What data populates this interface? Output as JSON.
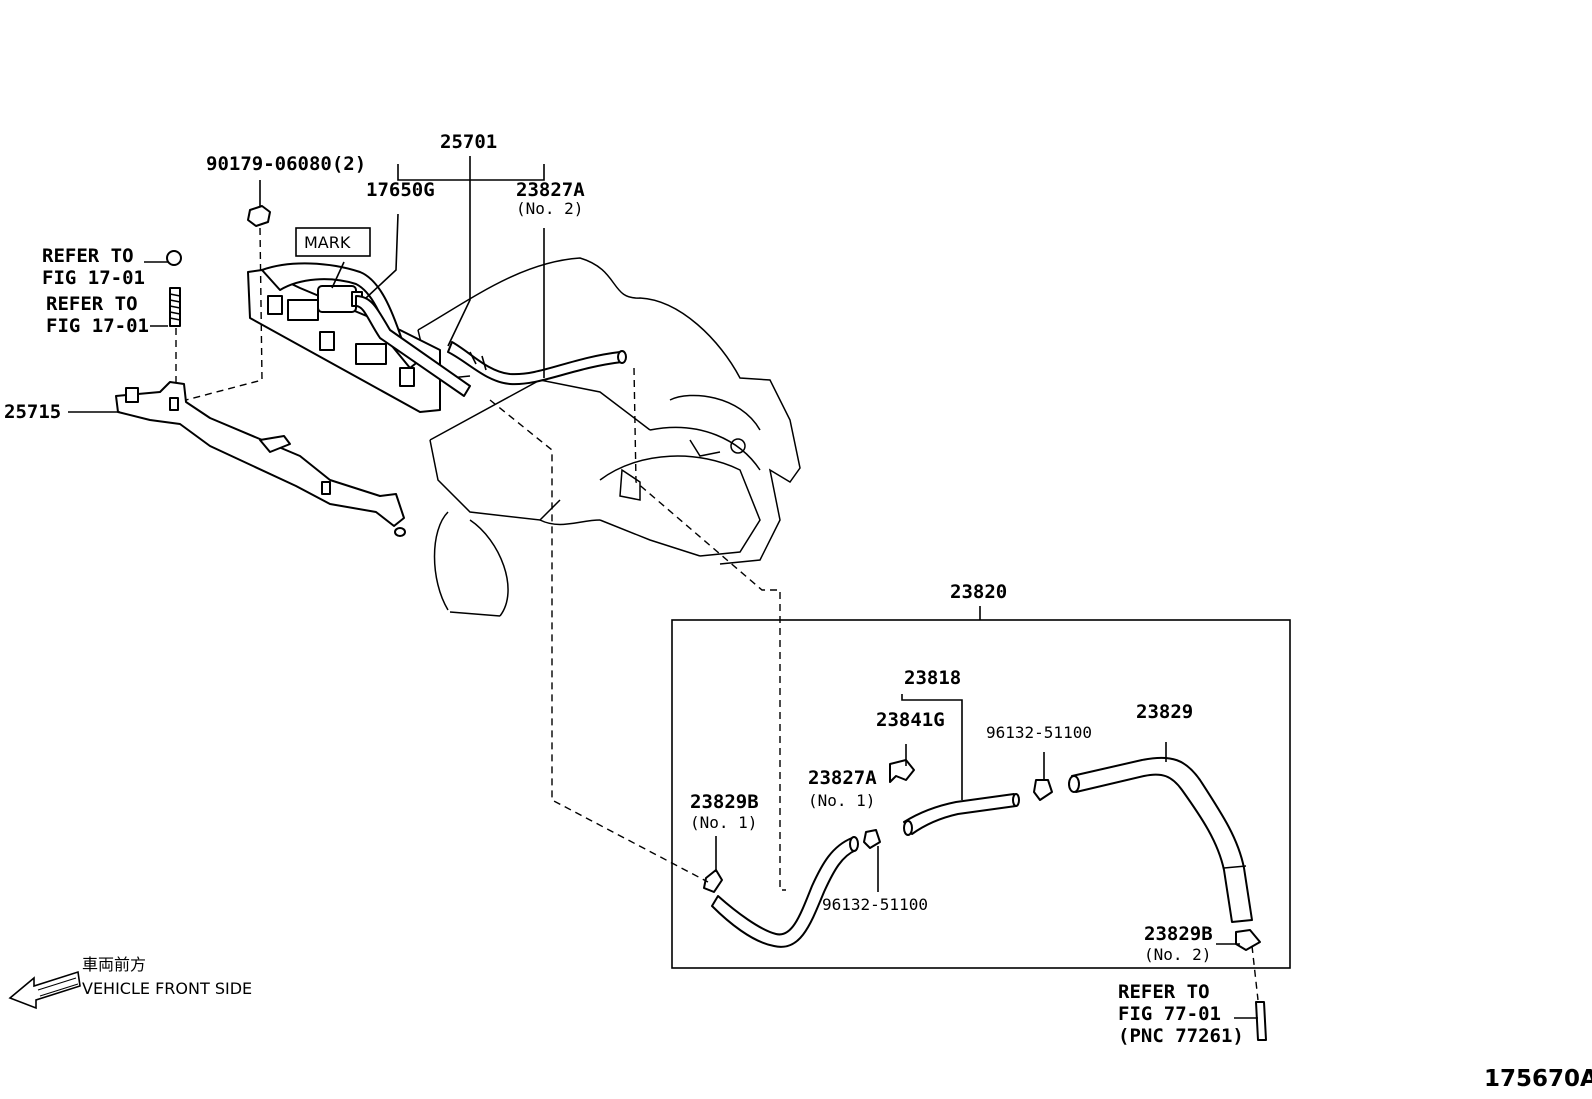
{
  "diagram_id": "175670A",
  "labels": {
    "p25701": "25701",
    "p90179": "90179-06080(2)",
    "p17650g": "17650G",
    "p23827a_top": "23827A",
    "p23827a_top_sub": "(No. 2)",
    "mark": "MARK",
    "refer1_a": "REFER TO",
    "refer1_b": "FIG 17-01",
    "refer2_a": "REFER TO",
    "refer2_b": "FIG 17-01",
    "p25715": "25715",
    "p23820": "23820",
    "p23818": "23818",
    "p23841g": "23841G",
    "p96132_right": "96132-51100",
    "p23829": "23829",
    "p23827a_mid": "23827A",
    "p23827a_mid_sub": "(No. 1)",
    "p23829b_left": "23829B",
    "p23829b_left_sub": "(No. 1)",
    "p96132_low": "96132-51100",
    "p23829b_right": "23829B",
    "p23829b_right_sub": "(No. 2)",
    "refer3_a": "REFER TO",
    "refer3_b": "FIG 77-01",
    "refer3_c": "(PNC 77261)",
    "front_jp": "車両前方",
    "front_en": "VEHICLE FRONT SIDE"
  },
  "icons": {
    "front_arrow": "front-arrow-icon"
  }
}
